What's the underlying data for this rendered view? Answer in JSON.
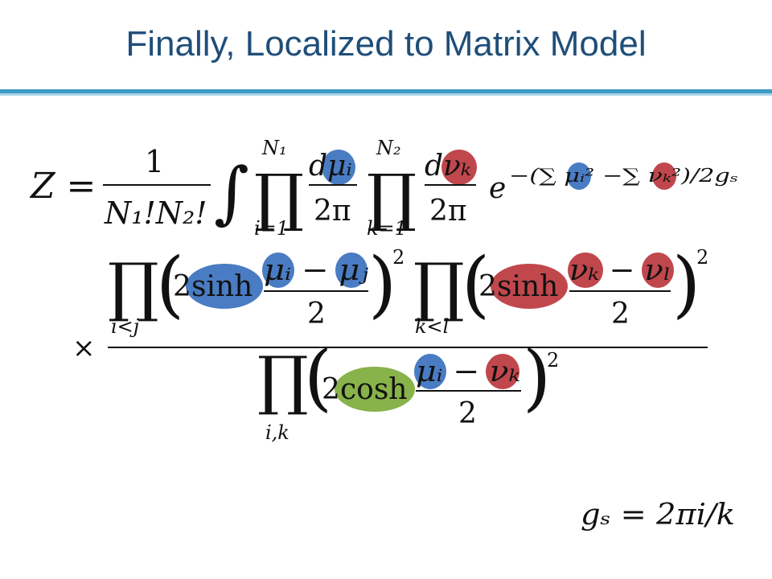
{
  "title": "Finally, Localized to Matrix Model",
  "colors": {
    "title": "#1f4e79",
    "rule": "#3d9bc4",
    "mu_highlight": "#4a7cc3",
    "nu_highlight": "#c0474c",
    "cosh_highlight": "#88b24a"
  },
  "formula": {
    "lhs": "Z =",
    "prefactor_num": "1",
    "prefactor_den": "N₁!N₂!",
    "integral": "∫",
    "prod1": {
      "upper": "N₁",
      "lower": "i=1"
    },
    "dmu": "dμᵢ",
    "two_pi_1": "2π",
    "prod2": {
      "upper": "N₂",
      "lower": "k=1"
    },
    "dnu": "dνₖ",
    "two_pi_2": "2π",
    "exp_base": "e",
    "exponent": "−(∑ μᵢ² −∑ νₖ²)/2gₛ",
    "times": "×",
    "num_factor1": {
      "prod_lower": "i<j",
      "coef": "2",
      "fn": "sinh",
      "arg": "μᵢ − μⱼ",
      "den": "2",
      "power": "2"
    },
    "num_factor2": {
      "prod_lower": "k<l",
      "coef": "2",
      "fn": "sinh",
      "arg": "νₖ − νₗ",
      "den": "2",
      "power": "2"
    },
    "den_factor": {
      "prod_lower": "i,k",
      "coef": "2",
      "fn": "cosh",
      "arg": "μᵢ − νₖ",
      "den": "2",
      "power": "2"
    }
  },
  "coupling": "gₛ = 2πi/k"
}
